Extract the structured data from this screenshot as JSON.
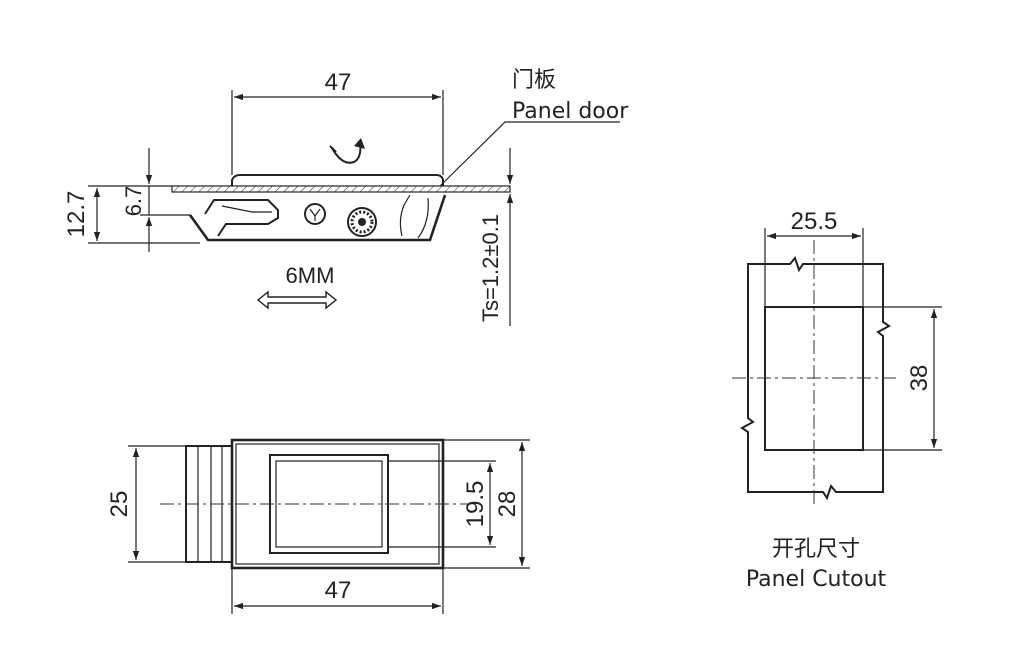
{
  "side_view": {
    "width_label": "47",
    "height_outer_label": "12.7",
    "height_inner_label": "6.7",
    "travel_label": "6MM",
    "panel_thickness_label": "Ts=1.2±0.1",
    "panel_label_cn": "门板",
    "panel_label_en": "Panel door"
  },
  "front_view": {
    "width_label": "47",
    "height_left_label": "25",
    "height_inner_label": "19.5",
    "height_outer_label": "28"
  },
  "cutout_view": {
    "width_label": "25.5",
    "height_label": "38",
    "title_cn": "开孔尺寸",
    "title_en": "Panel Cutout"
  }
}
